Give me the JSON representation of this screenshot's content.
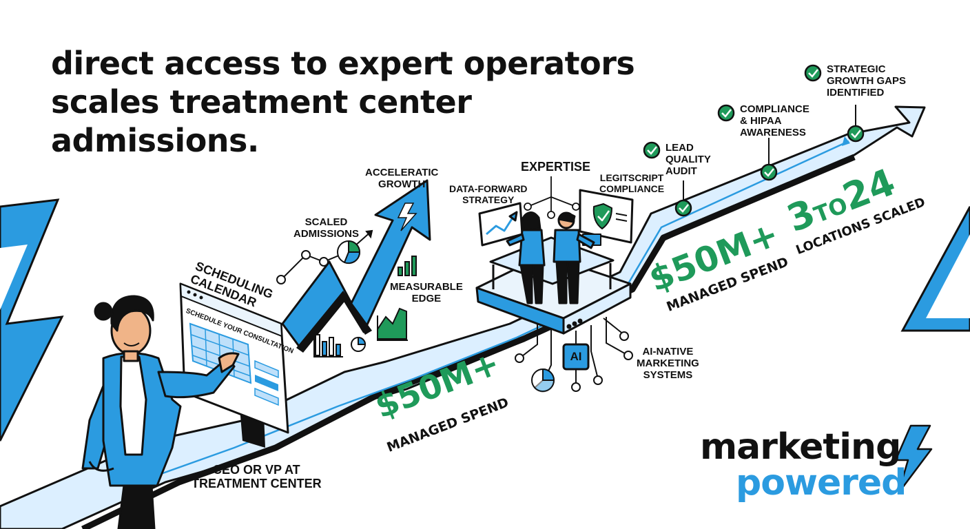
{
  "headline": {
    "line1": "direct access to expert operators",
    "line2": "scales treatment center",
    "line3": "admissions."
  },
  "labels": {
    "scheduling_line1": "SCHEDULING",
    "scheduling_line2": "CALENDAR",
    "schedule_consultation": "SCHEDULE YOUR CONSULTATION",
    "scaled_line1": "SCALED",
    "scaled_line2": "ADMISSIONS",
    "accel_line1": "ACCELERATIC",
    "accel_line2": "GROWTH",
    "measurable_line1": "MEASURABLE",
    "measurable_line2": "EDGE",
    "data_forward_line1": "DATA-FORWARD",
    "data_forward_line2": "STRATEGY",
    "expertise": "EXPERTISE",
    "legitscript_line1": "LEGITSCRIPT",
    "legitscript_line2": "COMPLIANCE",
    "ai_chip": "AI",
    "ai_native_line1": "AI-NATIVE",
    "ai_native_line2": "MARKETING",
    "ai_native_line3": "SYSTEMS",
    "ceo_line1": "CEO or VP AT",
    "ceo_line2": "TREATMENT CENTER"
  },
  "milestones": [
    {
      "line1": "LEAD",
      "line2": "QUALITY",
      "line3": "AUDIT"
    },
    {
      "line1": "COMPLIANCE",
      "line2": "& HIPAA",
      "line3": "AWARENESS"
    },
    {
      "line1": "STRATEGIC",
      "line2": "GROWTH GAPS",
      "line3": "IDENTIFIED"
    }
  ],
  "stats": {
    "spend_value": "$50M+",
    "spend_label": "MANAGED SPEND",
    "spend2_value": "$50M+",
    "spend2_label": "MANAGED SPEND",
    "locations_from": "3",
    "locations_to_word": "TO",
    "locations_to": "24",
    "locations_label": "LOCATIONS SCALED"
  },
  "logo": {
    "word1": "marketing",
    "word2": "powered"
  },
  "colors": {
    "accent_blue": "#2b9be0",
    "light_blue": "#dcefff",
    "stat_green": "#1f9a5a",
    "check_green": "#1f9a5a",
    "ink": "#111111"
  }
}
